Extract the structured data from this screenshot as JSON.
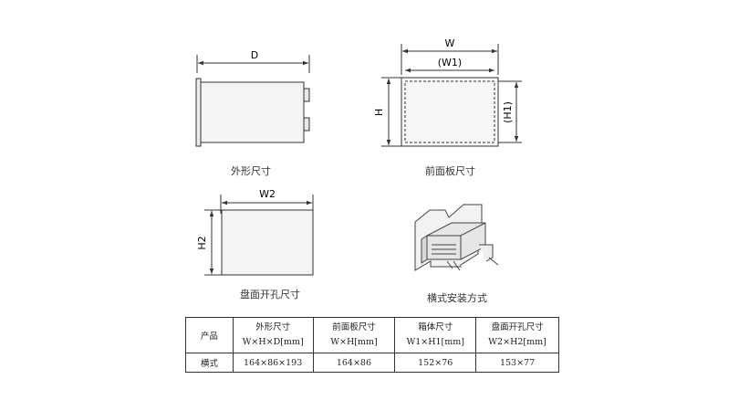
{
  "diagrams": {
    "outline": {
      "dim_label": "D",
      "caption": "外形尺寸"
    },
    "front_panel": {
      "width_label": "W",
      "inner_width_label": "(W1)",
      "height_label": "H",
      "inner_height_label": "(H1)",
      "caption": "前面板尺寸"
    },
    "cutout": {
      "width_label": "W2",
      "height_label": "H2",
      "caption": "盘面开孔尺寸"
    },
    "mounting": {
      "caption": "横式安装方式"
    }
  },
  "table": {
    "header": {
      "product": "产品",
      "col1_title": "外形尺寸",
      "col1_unit": "W×H×D[mm]",
      "col2_title": "前面板尺寸",
      "col2_unit": "W×H[mm]",
      "col3_title": "箱体尺寸",
      "col3_unit": "W1×H1[mm]",
      "col4_title": "盘面开孔尺寸",
      "col4_unit": "W2×H2[mm]"
    },
    "rows": [
      {
        "product": "横式",
        "outline": "164×86×193",
        "front": "164×86",
        "body": "152×76",
        "cutout": "153×77"
      }
    ]
  }
}
